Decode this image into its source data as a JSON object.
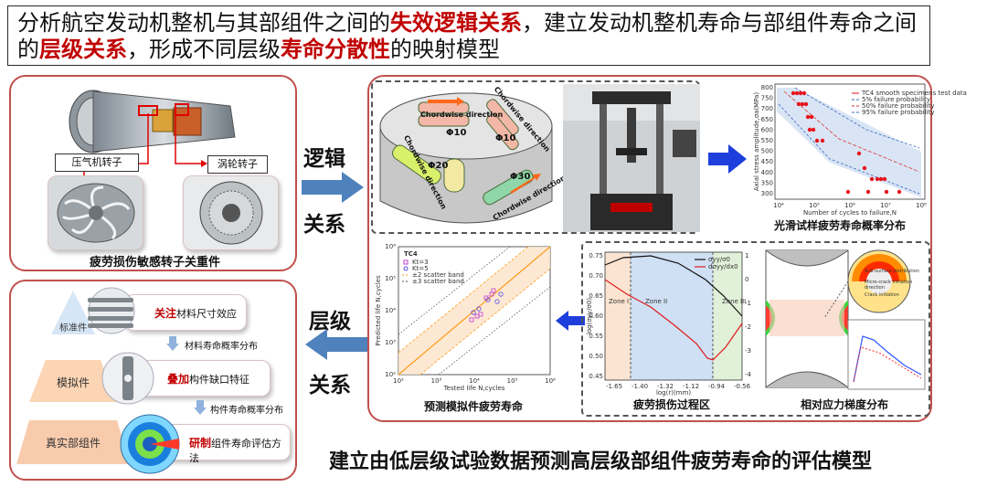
{
  "title": {
    "p1": "分析航空发动机整机与其部组件之间的",
    "h1": "失效逻辑关系",
    "p2": "，建立发动机整机寿命与部组件寿命之间的",
    "h2": "层级关系",
    "p3": "，形成不同层级",
    "h3": "寿命分散性",
    "p4": "的映射模型"
  },
  "engine_panel": {
    "compressor_label": "压气机转子",
    "turbine_label": "涡轮转子",
    "caption": "疲劳损伤敏感转子关重件"
  },
  "arrows": {
    "logic_1": "逻辑",
    "logic_2": "关系",
    "level_1": "层级",
    "level_2": "关系"
  },
  "specimen_panel": {
    "chordwise": "Chordwise direction",
    "phi10a": "Φ10",
    "phi10b": "Φ10",
    "phi20": "Φ20",
    "phi30": "Φ30"
  },
  "sn_chart": {
    "caption": "光滑试样疲劳寿命概率分布",
    "legend": [
      "TC4 smooth specimens test data",
      "5% failure probability",
      "50% failure probability",
      "95% failure probability"
    ],
    "xlabel": "Number of cycles to failure,N",
    "ylabel": "Axial stress amplitude,σa(MPa)",
    "yticks": [
      "800",
      "750",
      "700",
      "650",
      "600",
      "550",
      "500",
      "450",
      "400",
      "350",
      "300"
    ],
    "xticks": [
      "10⁴",
      "10⁵",
      "10⁶",
      "10⁷",
      "10⁸"
    ]
  },
  "pred_chart": {
    "caption": "预测模拟件疲劳寿命",
    "legend_title": "TC4",
    "legend": [
      "Kt=3",
      "Kt=5",
      "±2 scatter band",
      "±3 scatter band"
    ],
    "xlabel": "Tested life N,cycles",
    "ylabel": "Predicted life N,cycles",
    "ticks": [
      "10²",
      "10³",
      "10⁴",
      "10⁵",
      "10⁶"
    ]
  },
  "zone_chart": {
    "caption": "疲劳损伤过程区",
    "zones": [
      "Zone I",
      "Zone II",
      "Zone III"
    ],
    "legend": [
      "σyy/σ0",
      "dσyy/dx0"
    ],
    "xlabel": "log(r)(mm)",
    "ylabel": "log(σyy/σ0)",
    "xticks": [
      "-1.65",
      "-1.40",
      "-1.32",
      "-1.12",
      "-0.94",
      "-0.56"
    ],
    "yticks": [
      "0.75",
      "0.70",
      "0.65",
      "0.60",
      "0.55",
      "0.50",
      "0.45"
    ],
    "y2ticks": [
      "1",
      "0",
      "-1",
      "-2",
      "-3",
      "-4"
    ]
  },
  "gradient_panel": {
    "caption": "相对应力梯度分布",
    "inset_texts": [
      "Sub-surface distribution",
      "Micro-crack initiation direction",
      "Crack initiation"
    ]
  },
  "hierarchy": {
    "levels": [
      "标准件",
      "模拟件",
      "真实部组件"
    ],
    "card1": {
      "red": "关注",
      "text": "材料尺寸效应"
    },
    "step1": "材料寿命概率分布",
    "card2": {
      "red": "叠加",
      "text": "构件缺口特征"
    },
    "step2": "构件寿命概率分布",
    "card3": {
      "red": "研制",
      "text": "组件寿命评估方法"
    }
  },
  "conclusion": "建立由低层级试验数据预测高层级部组件疲劳寿命的评估模型",
  "colors": {
    "accent_red": "#c00000",
    "arrow_blue": "#2f5597",
    "border_red": "#c0504d"
  }
}
